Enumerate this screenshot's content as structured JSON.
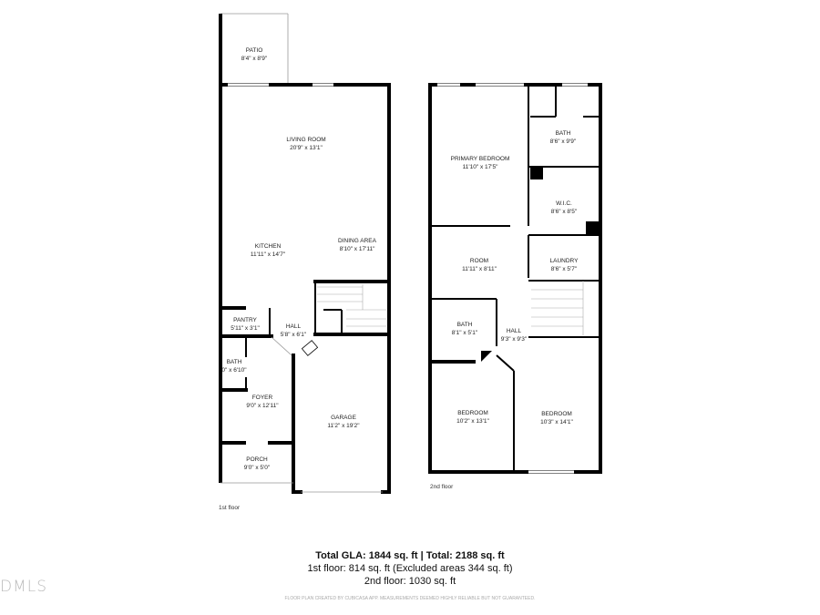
{
  "floor1": {
    "label": "1st floor",
    "rooms": [
      {
        "name": "PATIO",
        "dims": "8'4\" x 8'9\""
      },
      {
        "name": "LIVING ROOM",
        "dims": "20'9\" x 13'1\""
      },
      {
        "name": "KITCHEN",
        "dims": "11'11\" x 14'7\""
      },
      {
        "name": "DINING AREA",
        "dims": "8'10\" x 17'11\""
      },
      {
        "name": "PANTRY",
        "dims": "5'11\" x 3'1\""
      },
      {
        "name": "HALL",
        "dims": "5'8\" x 6'1\""
      },
      {
        "name": "BATH",
        "dims": "0\" x 6'10\""
      },
      {
        "name": "FOYER",
        "dims": "9'0\" x 12'11\""
      },
      {
        "name": "GARAGE",
        "dims": "11'2\" x 19'2\""
      },
      {
        "name": "PORCH",
        "dims": "9'0\" x 5'0\""
      }
    ]
  },
  "floor2": {
    "label": "2nd floor",
    "rooms": [
      {
        "name": "PRIMARY BEDROOM",
        "dims": "11'10\" x 17'5\""
      },
      {
        "name": "BATH",
        "dims": "8'6\" x 9'9\""
      },
      {
        "name": "W.I.C.",
        "dims": "8'6\" x 8'5\""
      },
      {
        "name": "ROOM",
        "dims": "11'11\" x 8'11\""
      },
      {
        "name": "LAUNDRY",
        "dims": "8'6\" x 5'7\""
      },
      {
        "name": "BATH",
        "dims": "8'1\" x 5'1\""
      },
      {
        "name": "HALL",
        "dims": "9'3\" x 9'3\""
      },
      {
        "name": "BEDROOM",
        "dims": "10'2\" x 13'1\""
      },
      {
        "name": "BEDROOM",
        "dims": "10'3\" x 14'1\""
      }
    ]
  },
  "summary": {
    "total": "Total GLA: 1844 sq. ft | Total: 2188 sq. ft",
    "first": "1st floor: 814 sq. ft (Excluded areas 344 sq. ft)",
    "second": "2nd floor: 1030 sq. ft",
    "disclaimer": "FLOOR PLAN CREATED BY CUBICASA APP. MEASUREMENTS DEEMED HIGHLY RELIABLE BUT NOT GUARANTEED."
  },
  "watermark": "DMLS"
}
